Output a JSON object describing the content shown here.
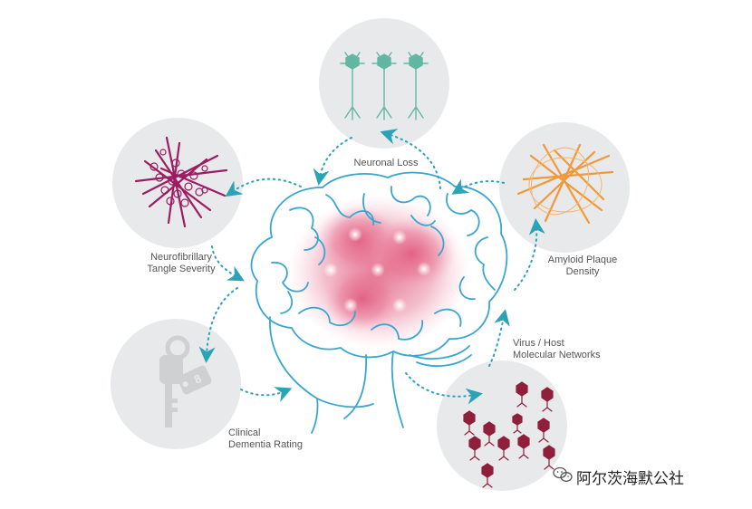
{
  "labels": {
    "neuronal_loss": "Neuronal Loss",
    "tangle_line1": "Neurofibrillary",
    "tangle_line2": "Tangle Severity",
    "amyloid_line1": "Amyloid Plaque",
    "amyloid_line2": "Density",
    "virus_line1": "Virus / Host",
    "virus_line2": "Molecular Networks",
    "clinical_line1": "Clinical",
    "clinical_line2": "Dementia Rating"
  },
  "watermark": {
    "text": "阿尔茨海默公社",
    "icon": "wechat-icon"
  },
  "colors": {
    "circle_bg": "#e8e9ea",
    "brain_outline": "#3aa6d0",
    "arrow_teal": "#2aa3b7",
    "neuron": "#62b7a2",
    "tangle": "#9c1d62",
    "plaque": "#f0983a",
    "virus": "#8f1f3a",
    "key": "#cfd0d2",
    "hotspot": "#e0557a"
  }
}
